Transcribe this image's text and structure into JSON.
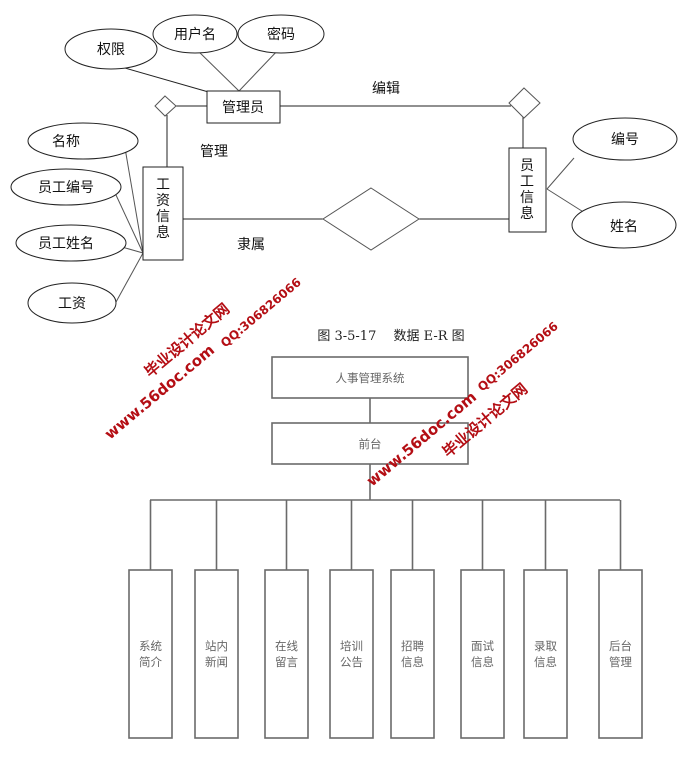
{
  "er_diagram": {
    "entities": {
      "admin": "管理员",
      "salary_info": [
        "工",
        "资",
        "信",
        "息"
      ],
      "employee_info": [
        "员",
        "工",
        "信",
        "息"
      ]
    },
    "attributes": {
      "permission": "权限",
      "username": "用户名",
      "password": "密码",
      "name": "名称",
      "employee_no": "员工编号",
      "employee_name": "员工姓名",
      "salary": "工资",
      "number": "编号",
      "full_name": "姓名"
    },
    "relationships": {
      "edit": "编辑",
      "manage": "管理",
      "belongs": "隶属"
    },
    "caption": "图 3-5-17　 数据 E-R 图"
  },
  "module_tree": {
    "root": "人事管理系统",
    "frontend": "前台",
    "modules": [
      {
        "line1": "系统",
        "line2": "简介"
      },
      {
        "line1": "站内",
        "line2": "新闻"
      },
      {
        "line1": "在线",
        "line2": "留言"
      },
      {
        "line1": "培训",
        "line2": "公告"
      },
      {
        "line1": "招聘",
        "line2": "信息"
      },
      {
        "line1": "面试",
        "line2": "信息"
      },
      {
        "line1": "录取",
        "line2": "信息"
      },
      {
        "line1": "后台",
        "line2": "管理"
      }
    ]
  },
  "watermarks": {
    "site_cn": "毕业设计论文网",
    "site_url": "www.56doc.com",
    "qq": "QQ:306826066",
    "color": "#b40e14"
  }
}
